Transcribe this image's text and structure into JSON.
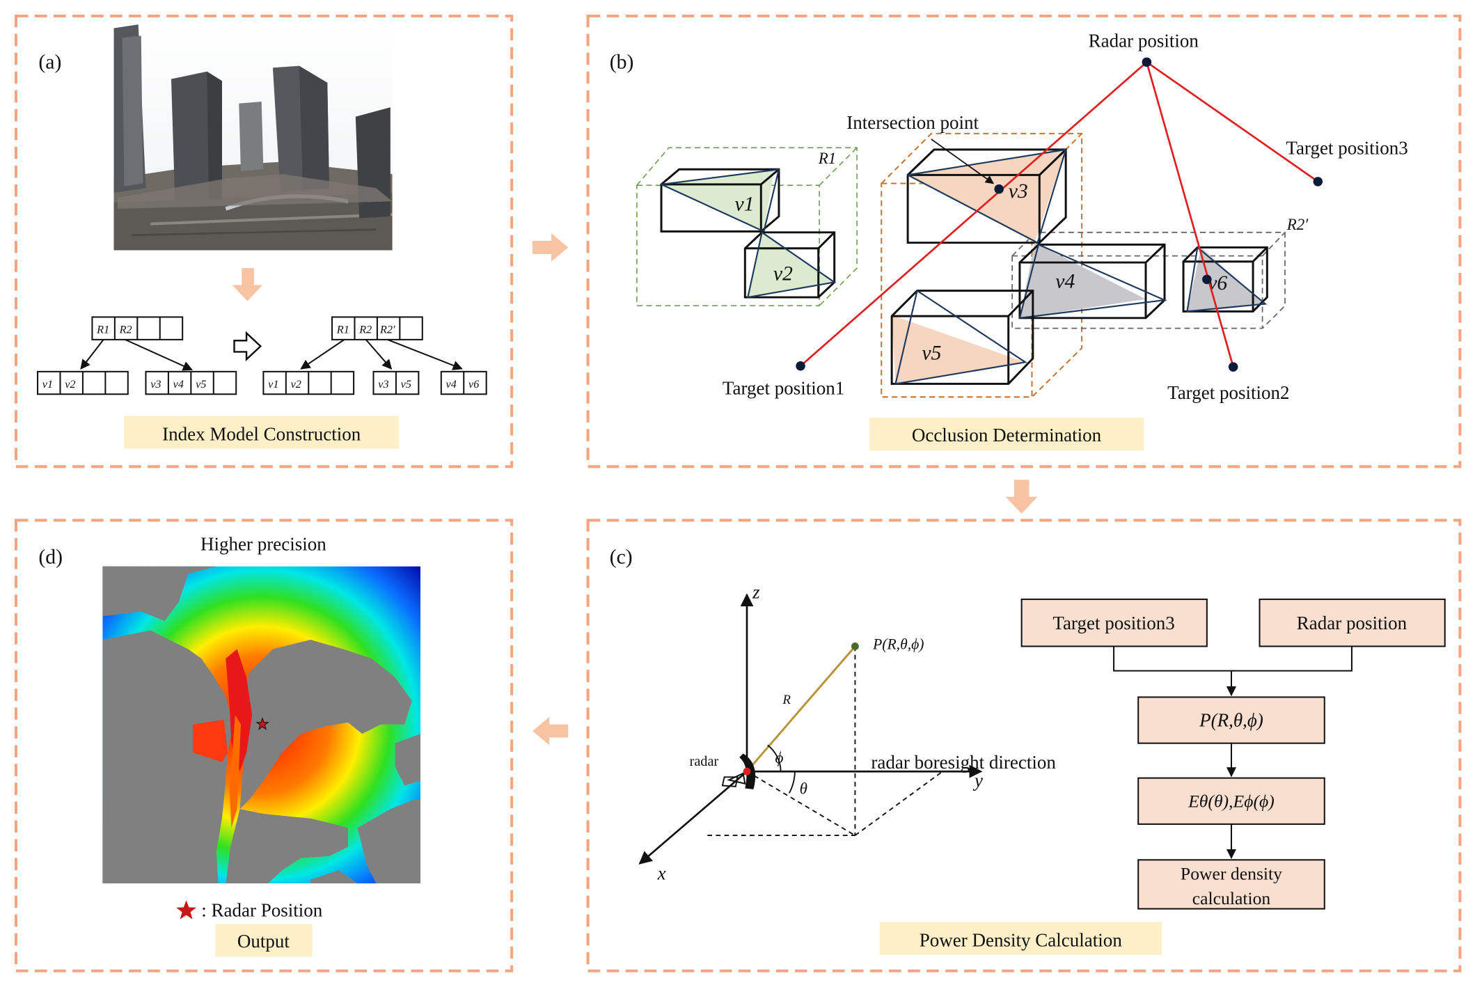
{
  "panels": {
    "a": {
      "letter": "(a)",
      "caption": "Index Model Construction"
    },
    "b": {
      "letter": "(b)",
      "caption": "Occlusion Determination"
    },
    "c": {
      "letter": "(c)",
      "caption": "Power Density Calculation"
    },
    "d": {
      "letter": "(d)",
      "caption": "Output"
    }
  },
  "index_tree": {
    "left_root": [
      "R1",
      "R2"
    ],
    "left_leaves": [
      [
        "v1",
        "v2"
      ],
      [
        "v3",
        "v4",
        "v5"
      ]
    ],
    "right_root": [
      "R1",
      "R2",
      "R2′"
    ],
    "right_leaves": [
      [
        "v1",
        "v2"
      ],
      [
        "v3",
        "v5"
      ],
      [
        "v4",
        "v6"
      ]
    ]
  },
  "occlusion": {
    "radar_label": "Radar position",
    "intersection_label": "Intersection point",
    "target1": "Target position1",
    "target2": "Target position2",
    "target3": "Target position3",
    "region_r1": "R1",
    "region_r2p": "R2′",
    "volumes": [
      "v1",
      "v2",
      "v3",
      "v4",
      "v5",
      "v6"
    ]
  },
  "coords": {
    "z": "z",
    "y": "y",
    "x": "x",
    "point": "P(R,θ,ϕ)",
    "r": "R",
    "phi": "ϕ",
    "theta": "θ",
    "radar": "radar",
    "boresight": "radar boresight direction"
  },
  "flow": {
    "box1": "Target position3",
    "box2": "Radar position",
    "box3": "P(R,θ,ϕ)",
    "box4": "Eθ(θ),Eϕ(ϕ)",
    "box5_line1": "Power density",
    "box5_line2": "calculation"
  },
  "output": {
    "title": "Higher precision",
    "legend": ": Radar Position"
  },
  "colors": {
    "panel_border": "#f2a57e",
    "arrow": "#f7c3a2",
    "caption_bg": "#fdefc8",
    "flow_box": "#f9dfd0",
    "ray": "#e02020",
    "green_fill": "#dcebd0",
    "peach_fill": "#f6d6c0",
    "gray_fill": "#c8c8cc"
  }
}
